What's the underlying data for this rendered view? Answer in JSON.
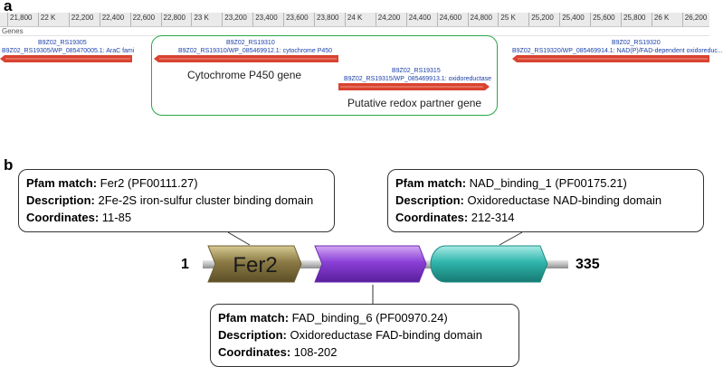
{
  "panel_a": {
    "letter": "a",
    "ruler_ticks": [
      "21,800",
      "22 K",
      "22,200",
      "22,400",
      "22,600",
      "22,800",
      "23 K",
      "23,200",
      "23,400",
      "23,600",
      "23,800",
      "24 K",
      "24,200",
      "24,400",
      "24,600",
      "24,800",
      "25 K",
      "25,200",
      "25,400",
      "25,600",
      "25,800",
      "26 K",
      "26,200"
    ],
    "track_label": "Genes",
    "genes": [
      {
        "id": "B9Z02_RS19305",
        "desc": "B9Z02_RS19305/WP_085470005.1: AraC fami",
        "direction": "reverse"
      },
      {
        "id": "B9Z02_RS19310",
        "desc": "B9Z02_RS19310/WP_085469912.1: cytochrome P450",
        "direction": "reverse"
      },
      {
        "id": "B9Z02_RS19315",
        "desc": "B9Z02_RS19315/WP_085469913.1: oxidoreductase",
        "direction": "forward"
      },
      {
        "id": "B9Z02_RS19320",
        "desc": "B9Z02_RS19320/WP_085469914.1: NAD(P)/FAD-dependent oxidoreduc...",
        "direction": "reverse"
      }
    ],
    "callouts": {
      "p450": "Cytochrome P450 gene",
      "redox": "Putative redox partner gene"
    },
    "colors": {
      "gene": "#d9432f",
      "highlight": "#2aa84a",
      "name_text": "#1a3fa8"
    }
  },
  "panel_b": {
    "letter": "b",
    "length_start": "1",
    "length_end": "335",
    "domains": [
      {
        "label": "Fer2",
        "pfam_label": "Pfam match:",
        "pfam": "Fer2 (PF00111.27)",
        "desc_label": "Description:",
        "description": "2Fe-2S iron-sulfur cluster binding domain",
        "coord_label": "Coordinates:",
        "coordinates": "11-85",
        "color": "#8b7a45"
      },
      {
        "label": "",
        "pfam_label": "Pfam match:",
        "pfam": "FAD_binding_6 (PF00970.24)",
        "desc_label": "Description:",
        "description": "Oxidoreductase FAD-binding domain",
        "coord_label": "Coordinates:",
        "coordinates": "108-202",
        "color": "#8a3fd6"
      },
      {
        "label": "",
        "pfam_label": "Pfam match:",
        "pfam": "NAD_binding_1 (PF00175.21)",
        "desc_label": "Description:",
        "description": "Oxidoreductase NAD-binding domain",
        "coord_label": "Coordinates:",
        "coordinates": "212-314",
        "color": "#2fb5ac"
      }
    ]
  }
}
